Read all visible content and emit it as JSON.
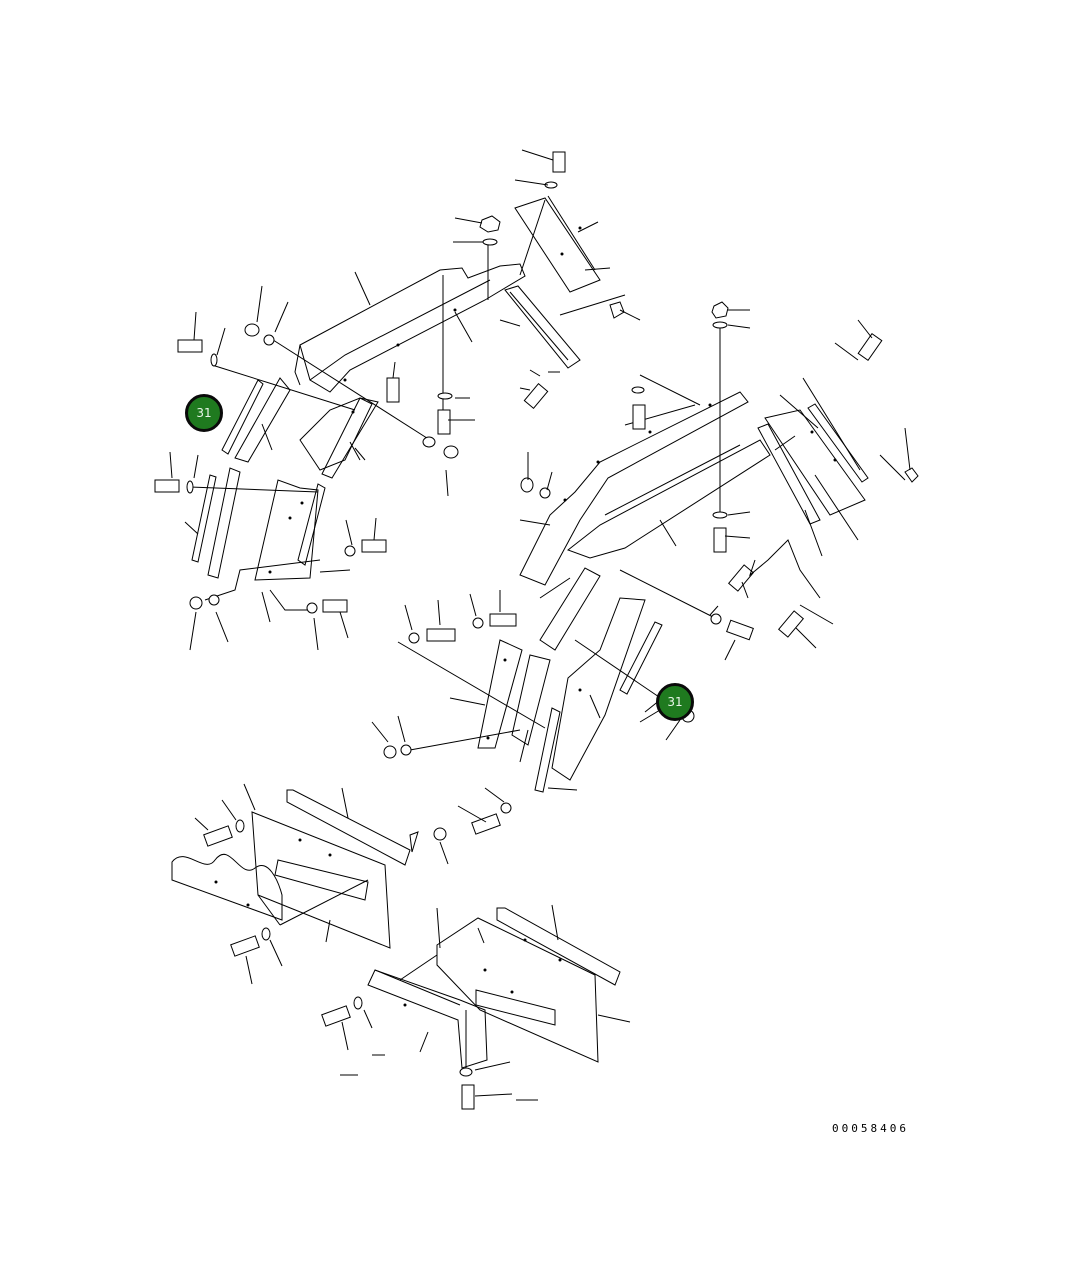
{
  "callouts": [
    {
      "label": "31"
    },
    {
      "label": "31"
    }
  ],
  "drawing_number": "00058406",
  "colors": {
    "callout_fill": "#1f7a1f",
    "callout_border": "#0a0a0a",
    "line": "#000000"
  }
}
